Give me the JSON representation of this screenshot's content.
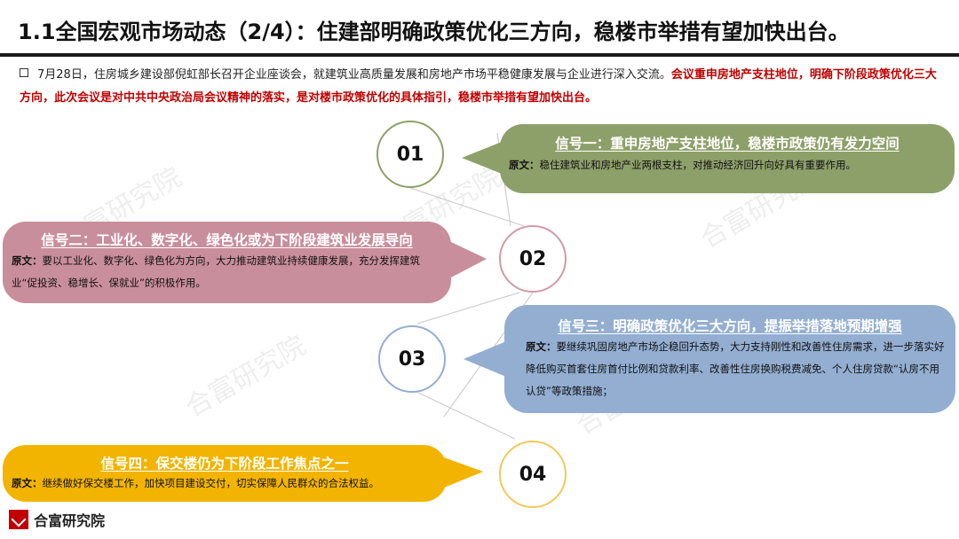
{
  "title": "1.1全国宏观市场动态（2/4）：住建部明确政策优化三方向，稳楼市举措有望加快出台。",
  "intro": {
    "normal": "7月28日，住房城乡建设部倪虹部长召开企业座谈会，就建筑业高质量发展和房地产市场平稳健康发展与企业进行深入交流。",
    "highlight": "会议重申房地产支柱地位，明确下阶段政策优化三大方向，此次会议是对中共中央政治局会议精神的落实，是对楼市政策优化的具体指引，稳楼市举措有望加快出台。"
  },
  "watermark": "合富研究院",
  "prefix_label": "原文：",
  "signals": [
    {
      "num": "01",
      "title": "信号一：重申房地产支柱地位，稳楼市政策仍有发力空间",
      "body": "稳住建筑业和房地产业两根支柱，对推动经济回升向好具有重要作用。",
      "color": "#8ea06a",
      "ring": "#8ea06a"
    },
    {
      "num": "02",
      "title": "信号二：工业化、数字化、绿色化或为下阶段建筑业发展导向",
      "body": "要以工业化、数字化、绿色化为方向，大力推动建筑业持续健康发展，充分发挥建筑业“促投资、稳增长、保就业”的积极作用。",
      "color": "#c98e9b",
      "ring": "#d19aa6"
    },
    {
      "num": "03",
      "title": "信号三：明确政策优化三大方向，提振举措落地预期增强",
      "body": "要继续巩固房地产市场企稳回升态势，大力支持刚性和改善性住房需求，进一步落实好降低购买首套住房首付比例和贷款利率、改善性住房换购税费减免、个人住房贷款“认房不用认贷”等政策措施；",
      "color": "#93aed1",
      "ring": "#93aed1"
    },
    {
      "num": "04",
      "title": "信号四：保交楼仍为下阶段工作焦点之一",
      "body": "继续做好保交楼工作，加快项目建设交付，切实保障人民群众的合法权益。",
      "color": "#f2b400",
      "ring": "#f2c85a"
    }
  ],
  "footer": {
    "brand": "合富研究院"
  }
}
